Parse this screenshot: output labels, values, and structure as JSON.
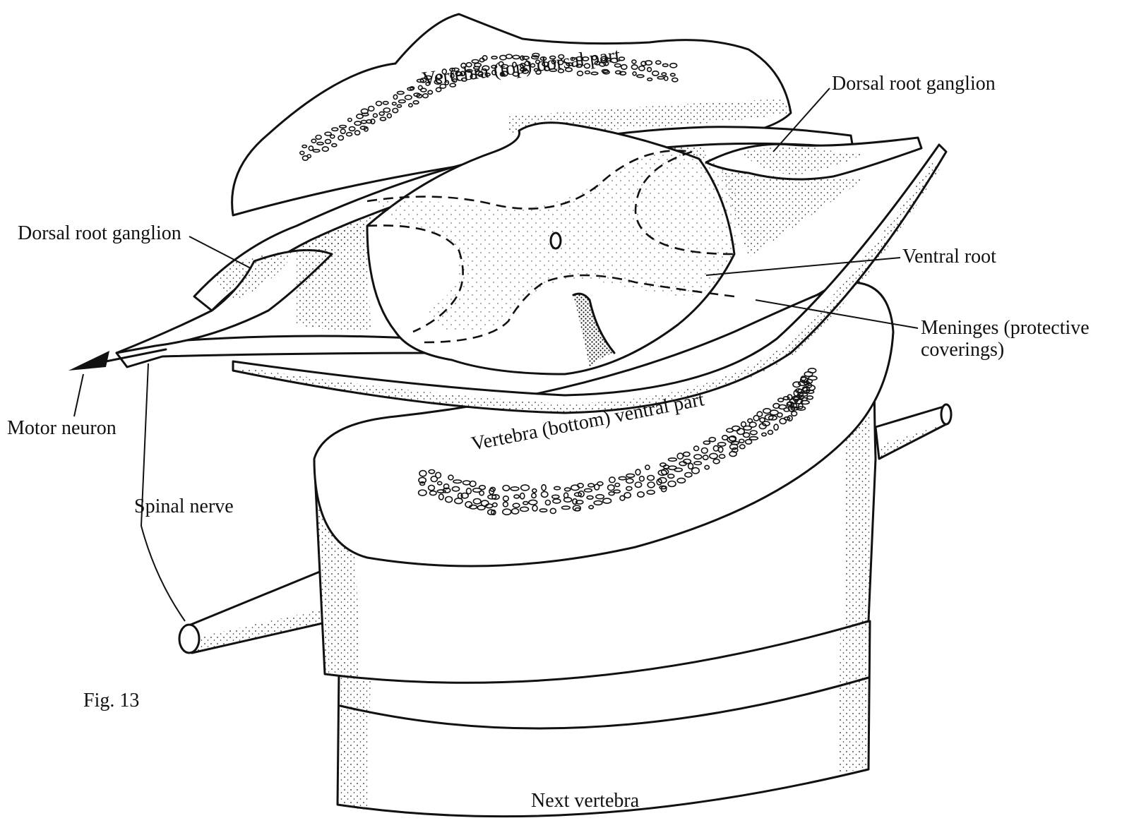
{
  "figure": {
    "caption": "Fig. 13"
  },
  "labels": {
    "vertebra_top": "Vertebra (top) dorsal part",
    "dorsal_root_ganglion_right": "Dorsal root ganglion",
    "dorsal_root_ganglion_left": "Dorsal root ganglion",
    "ventral_root": "Ventral root",
    "meninges_line1": "Meninges (protective",
    "meninges_line2": "coverings)",
    "motor_neuron": "Motor neuron",
    "vertebra_bottom": "Vertebra (bottom) ventral part",
    "spinal_nerve": "Spinal nerve",
    "next_vertebra": "Next vertebra"
  },
  "colors": {
    "ink": "#111111",
    "paper": "#ffffff"
  }
}
